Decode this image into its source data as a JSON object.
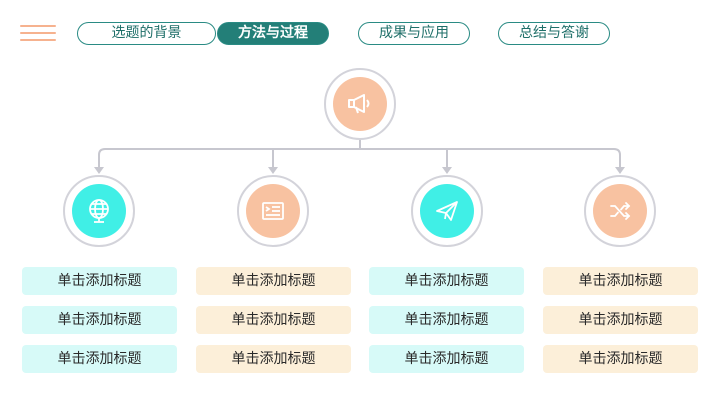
{
  "nav": {
    "tabs": [
      {
        "label": "选题的背景",
        "active": false
      },
      {
        "label": "方法与过程",
        "active": true
      },
      {
        "label": "成果与应用",
        "active": false
      },
      {
        "label": "总结与答谢",
        "active": false
      }
    ]
  },
  "hierarchy": {
    "root_icon": "megaphone-icon",
    "children": [
      {
        "icon": "globe-icon",
        "color": "#40efe6",
        "items": [
          "单击添加标题",
          "单击添加标题",
          "单击添加标题"
        ]
      },
      {
        "icon": "document-icon",
        "color": "#f8c2a1",
        "items": [
          "单击添加标题",
          "单击添加标题",
          "单击添加标题"
        ]
      },
      {
        "icon": "paper-plane-icon",
        "color": "#40efe6",
        "items": [
          "单击添加标题",
          "单击添加标题",
          "单击添加标题"
        ]
      },
      {
        "icon": "shuffle-icon",
        "color": "#f8c2a1",
        "items": [
          "单击添加标题",
          "单击添加标题",
          "单击添加标题"
        ]
      }
    ]
  },
  "colors": {
    "accent": "#237f78",
    "peach": "#f8c2a1",
    "cyan": "#40efe6",
    "box_cyan": "#d7faf8",
    "box_cream": "#fcefd9",
    "connector": "#c7c7cf"
  }
}
